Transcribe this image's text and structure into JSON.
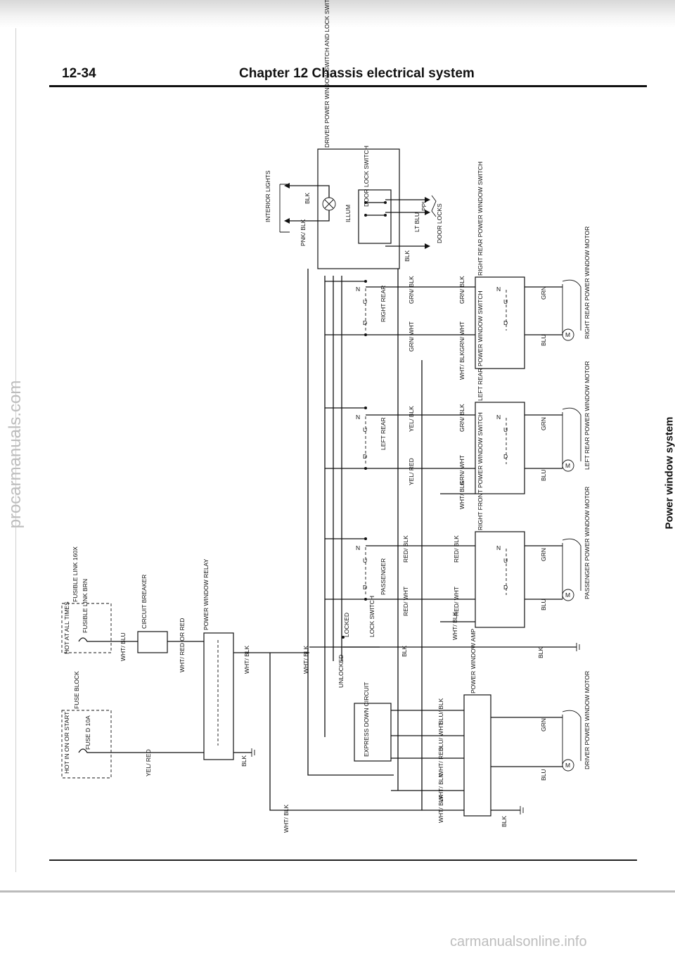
{
  "header": {
    "page_number": "12-34",
    "chapter_title": "Chapter 12  Chassis electrical system"
  },
  "side_title": "Power window system",
  "watermarks": {
    "left": "procarmanuals.com",
    "bottom": "carmanualsonline.info"
  },
  "diagram": {
    "driver_switch": "DRIVER POWER WINDOW SWITCH AND LOCK SWITCH",
    "door_lock_switch": "DOOR LOCK SWITCH",
    "interior_lights": "INTERIOR LIGHTS",
    "illum": "ILLUM",
    "door_locks": "DOOR LOCKS",
    "lt_blu": "LT BLU",
    "ppl": "PPL",
    "pnk_blk": "PNK/ BLK",
    "right_rear_switch": "RIGHT REAR POWER WINDOW SWITCH",
    "left_rear_switch": "LEFT REAR POWER WINDOW SWITCH",
    "right_front_switch": "RIGHT FRONT POWER WINDOW SWITCH",
    "right_rear_motor": "RIGHT REAR POWER WINDOW MOTOR",
    "left_rear_motor": "LEFT REAR POWER WINDOW MOTOR",
    "passenger_motor": "PASSENGER POWER WINDOW MOTOR",
    "driver_motor": "DRIVER POWER WINDOW MOTOR",
    "right_rear": "RIGHT REAR",
    "left_rear": "LEFT REAR",
    "passenger": "PASSENGER",
    "lock_switch": "LOCK SWITCH",
    "locked": "LOCKED",
    "unlocked": "UNLOCKED",
    "express_down": "EXPRESS DOWN CIRCUIT",
    "amp": "POWER WINDOW AMP",
    "relay": "POWER WINDOW RELAY",
    "circuit_breaker": "CIRCUIT BREAKER",
    "hot_at_all_times": "HOT AT ALL TIMES",
    "fusible_link_box": "FUSIBLE LINK 160X",
    "fusible_link": "FUSIBLE LINK BRN",
    "hot_in_on": "HOT IN ON OR START",
    "fuse_block": "FUSE BLOCK",
    "fuse": "FUSE D 10A",
    "wht_red": "WHT/ RED OR RED",
    "yel_red_bottom": "YEL/ RED",
    "wires": {
      "blk": "BLK",
      "grn": "GRN",
      "blu": "BLU",
      "grn_blk": "GRN/ BLK",
      "grn_wht": "GRN/ WHT",
      "wht_blk": "WHT/ BLK",
      "wht_blu": "WHT/ BLU",
      "yel_blk": "YEL/ BLK",
      "yel_red": "YEL/ RED",
      "red_blk": "RED/ BLK",
      "red_wht": "RED/ WHT",
      "blu_blk": "BLU/ BLK",
      "blu_wht": "BLU/ WHT",
      "wht_red": "WHT/ RED"
    },
    "switch_letters": {
      "n": "N",
      "u": "U",
      "d": "D"
    },
    "motor_symbol": "M"
  }
}
